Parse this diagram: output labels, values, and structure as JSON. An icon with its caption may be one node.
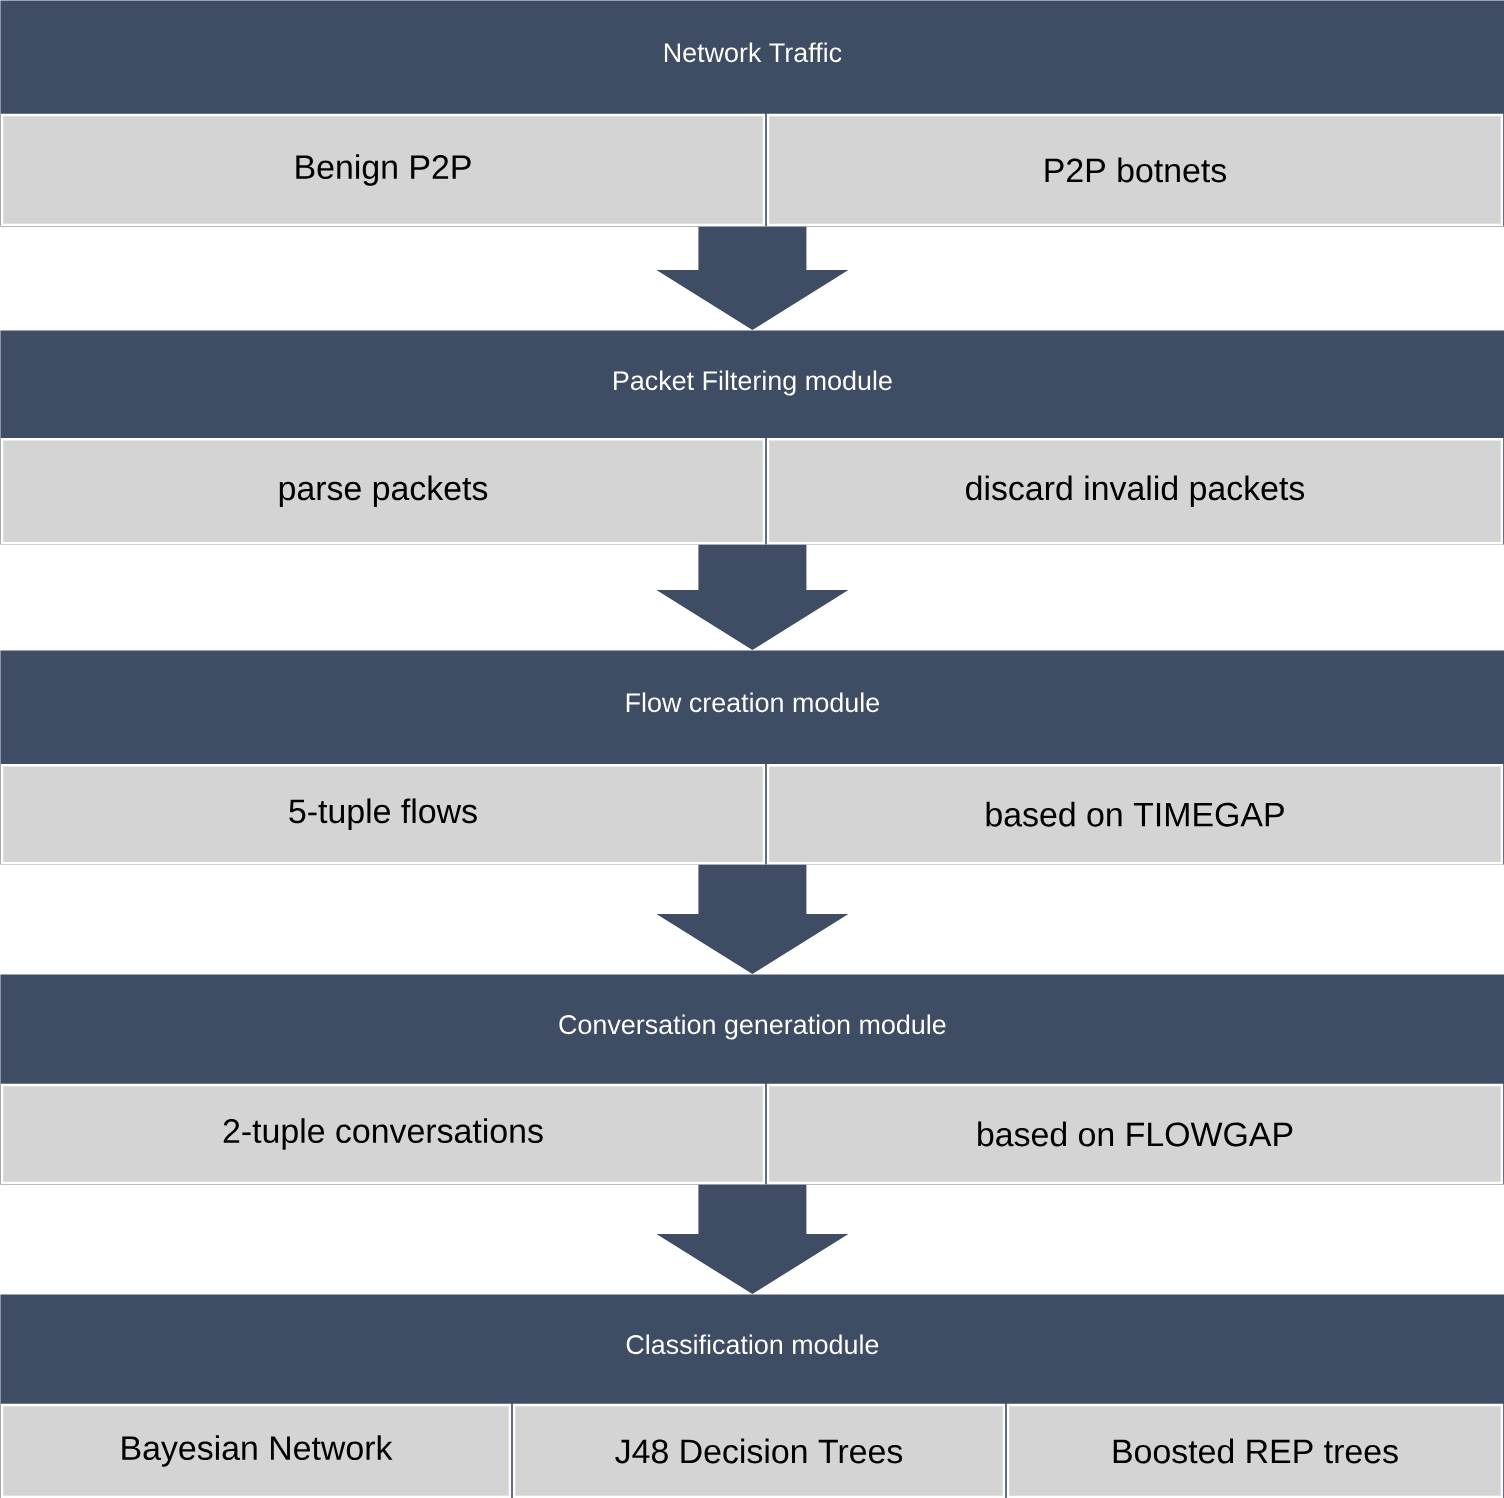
{
  "diagram": {
    "nodes": [
      {
        "text": [
          "Network Traffic"
        ]
      },
      {
        "text": [
          "Benign P2P"
        ],
        "in": 0
      },
      {
        "text": [
          "P2P botnets"
        ],
        "in": 0
      },
      {
        "text": [
          "Packet Filtering module"
        ]
      },
      {
        "text": [
          "parse packets"
        ],
        "in": 3
      },
      {
        "text": [
          "discard invalid packets"
        ],
        "in": 3
      },
      {
        "text": [
          "Flow creation module"
        ]
      },
      {
        "text": [
          "5-tuple flows"
        ],
        "in": 6
      },
      {
        "text": [
          "based on TIMEGAP"
        ],
        "in": 6
      },
      {
        "text": [
          "Conversation generation module"
        ]
      },
      {
        "text": [
          "2-tuple conversations"
        ],
        "in": 9
      },
      {
        "text": [
          "based on FLOWGAP"
        ],
        "in": 9
      },
      {
        "text": [
          "Classification module"
        ]
      },
      {
        "text": [
          "Bayesian Network"
        ],
        "in": 12
      },
      {
        "text": [
          "J48 Decision Trees"
        ],
        "in": 12
      },
      {
        "text": [
          "Boosted REP trees"
        ],
        "in": 12
      }
    ],
    "edges": [
      {
        "from": 0,
        "to": 3,
        "arrow": "to"
      },
      {
        "from": 3,
        "to": 6,
        "arrow": "to"
      },
      {
        "from": 6,
        "to": 9,
        "arrow": "to"
      },
      {
        "from": 9,
        "to": 12,
        "arrow": "to"
      }
    ]
  }
}
